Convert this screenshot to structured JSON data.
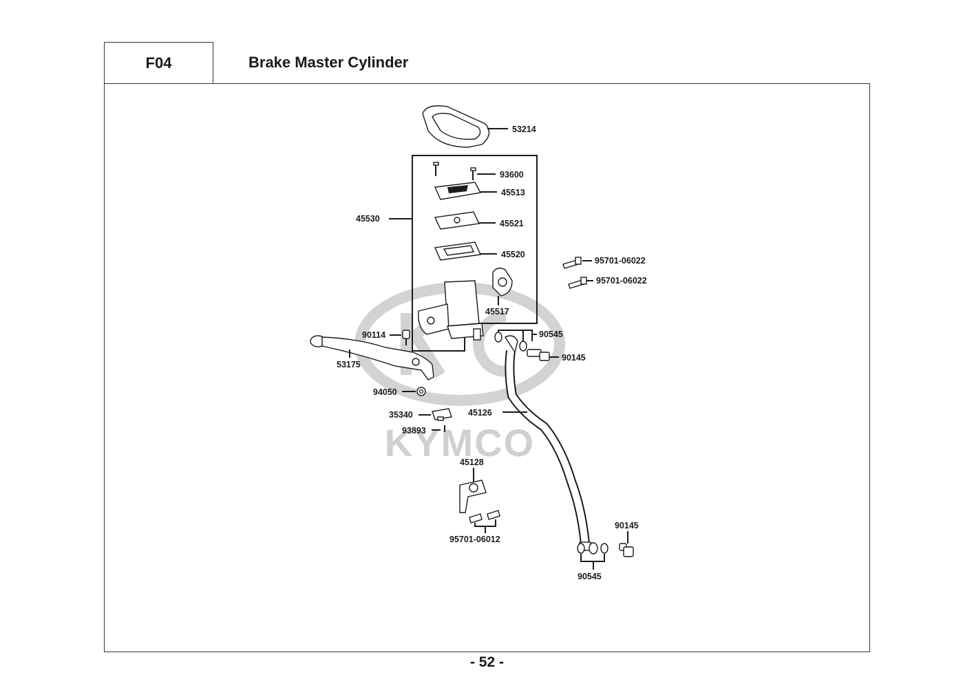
{
  "header": {
    "code": "F04",
    "title": "Brake Master Cylinder"
  },
  "page_number": "- 52 -",
  "watermark": {
    "text": "KYMCO",
    "color": "#c8c8c8"
  },
  "parts": [
    {
      "id": "53214",
      "label": "53214"
    },
    {
      "id": "93600",
      "label": "93600"
    },
    {
      "id": "45513",
      "label": "45513"
    },
    {
      "id": "45530",
      "label": "45530"
    },
    {
      "id": "45521",
      "label": "45521"
    },
    {
      "id": "45520",
      "label": "45520"
    },
    {
      "id": "95701-06022-a",
      "label": "95701-06022"
    },
    {
      "id": "95701-06022-b",
      "label": "95701-06022"
    },
    {
      "id": "45517",
      "label": "45517"
    },
    {
      "id": "90114",
      "label": "90114"
    },
    {
      "id": "90545-a",
      "label": "90545"
    },
    {
      "id": "90145-a",
      "label": "90145"
    },
    {
      "id": "53175",
      "label": "53175"
    },
    {
      "id": "94050",
      "label": "94050"
    },
    {
      "id": "35340",
      "label": "35340"
    },
    {
      "id": "45126",
      "label": "45126"
    },
    {
      "id": "93893",
      "label": "93893"
    },
    {
      "id": "45128",
      "label": "45128"
    },
    {
      "id": "95701-06012",
      "label": "95701-06012"
    },
    {
      "id": "90145-b",
      "label": "90145"
    },
    {
      "id": "90545-b",
      "label": "90545"
    }
  ]
}
